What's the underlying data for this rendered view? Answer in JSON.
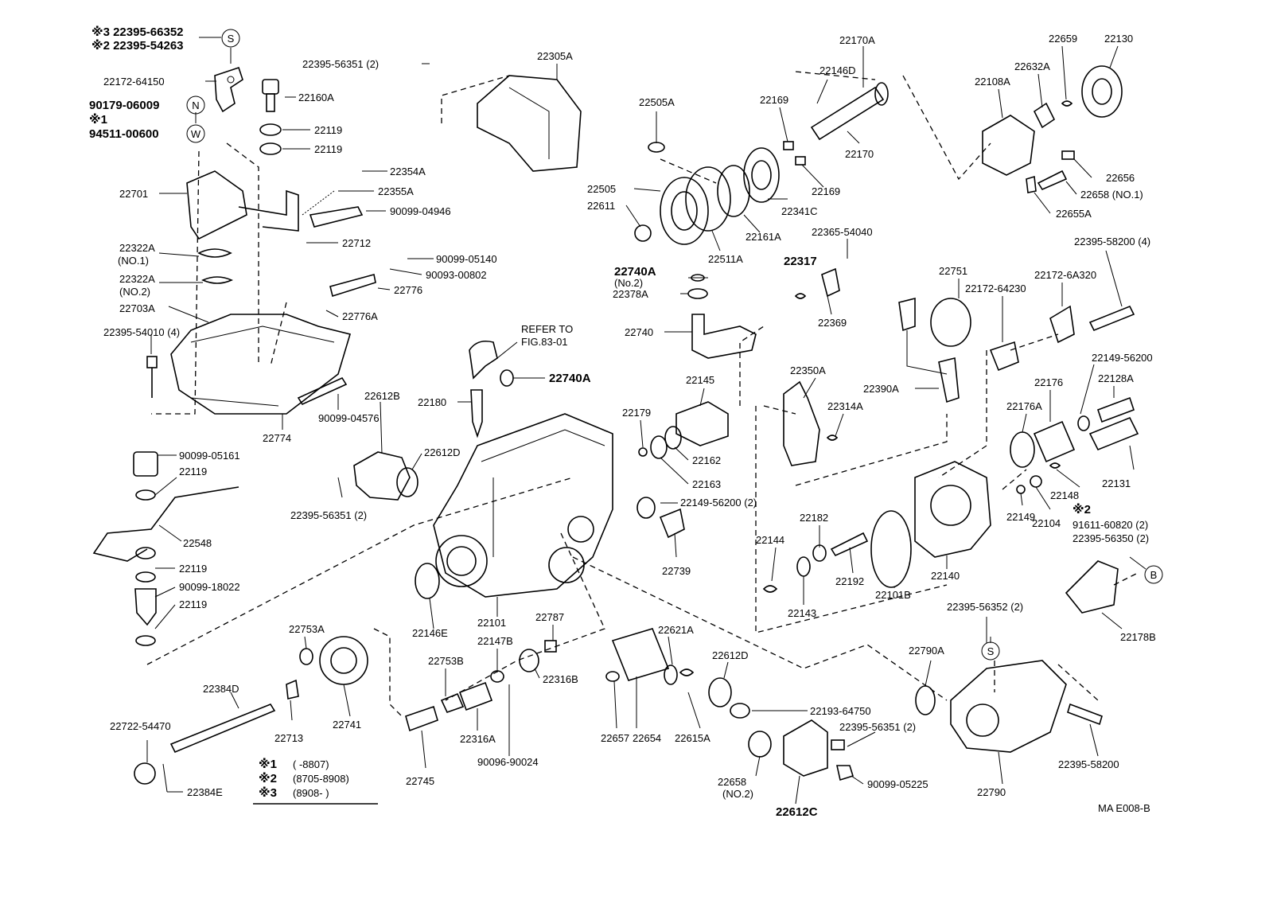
{
  "diagram_code": "MA E008-B",
  "refer_note": [
    "REFER TO",
    "FIG.83-01"
  ],
  "legend": [
    {
      "mark": "※1",
      "range": "(       -8807)"
    },
    {
      "mark": "※2",
      "range": "(8705-8908)"
    },
    {
      "mark": "※3",
      "range": "(8908-       )"
    }
  ],
  "symbols": {
    "S": "S",
    "N": "N",
    "W": "W",
    "B": "B"
  },
  "labels": [
    {
      "id": "l1",
      "text": "※3 22395-66352"
    },
    {
      "id": "l2",
      "text": "※2 22395-54263"
    },
    {
      "id": "l3",
      "text": "22172-64150"
    },
    {
      "id": "l4",
      "text": "90179-06009"
    },
    {
      "id": "l5",
      "text": "※1"
    },
    {
      "id": "l6",
      "text": "94511-00600"
    },
    {
      "id": "l7",
      "text": "22160A"
    },
    {
      "id": "l8",
      "text": "22119"
    },
    {
      "id": "l9",
      "text": "22119"
    },
    {
      "id": "l10",
      "text": "22354A"
    },
    {
      "id": "l11",
      "text": "22355A"
    },
    {
      "id": "l12",
      "text": "22701"
    },
    {
      "id": "l13",
      "text": "90099-04946"
    },
    {
      "id": "l14",
      "text": "22712"
    },
    {
      "id": "l15",
      "text": "22322A"
    },
    {
      "id": "l16",
      "text": "(NO.1)"
    },
    {
      "id": "l17",
      "text": "22322A"
    },
    {
      "id": "l18",
      "text": "(NO.2)"
    },
    {
      "id": "l19",
      "text": "90099-05140"
    },
    {
      "id": "l20",
      "text": "90093-00802"
    },
    {
      "id": "l21",
      "text": "22776"
    },
    {
      "id": "l22",
      "text": "22703A"
    },
    {
      "id": "l23",
      "text": "22776A"
    },
    {
      "id": "l24",
      "text": "22395-54010 (4)"
    },
    {
      "id": "l25",
      "text": "22774"
    },
    {
      "id": "l26",
      "text": "90099-04576"
    },
    {
      "id": "l27",
      "text": "90099-05161"
    },
    {
      "id": "l28",
      "text": "22119"
    },
    {
      "id": "l29",
      "text": "22548"
    },
    {
      "id": "l30",
      "text": "22119"
    },
    {
      "id": "l31",
      "text": "90099-18022"
    },
    {
      "id": "l32",
      "text": "22119"
    },
    {
      "id": "l33",
      "text": "22395-56351 (2)"
    },
    {
      "id": "l34",
      "text": "22305A"
    },
    {
      "id": "l35",
      "text": "22612B"
    },
    {
      "id": "l36",
      "text": "22180"
    },
    {
      "id": "l37",
      "text": "22612D"
    },
    {
      "id": "l38",
      "text": "22395-56351 (2)"
    },
    {
      "id": "l39",
      "text": "22740A"
    },
    {
      "id": "l40",
      "text": "22101"
    },
    {
      "id": "l41",
      "text": "22146E"
    },
    {
      "id": "l42",
      "text": "22753A"
    },
    {
      "id": "l43",
      "text": "22384D"
    },
    {
      "id": "l44",
      "text": "22713"
    },
    {
      "id": "l45",
      "text": "22741"
    },
    {
      "id": "l46",
      "text": "22722-54470"
    },
    {
      "id": "l47",
      "text": "22384E"
    },
    {
      "id": "l48",
      "text": "22787"
    },
    {
      "id": "l49",
      "text": "22147B"
    },
    {
      "id": "l50",
      "text": "22753B"
    },
    {
      "id": "l51",
      "text": "22316B"
    },
    {
      "id": "l52",
      "text": "22316A"
    },
    {
      "id": "l53",
      "text": "90096-90024"
    },
    {
      "id": "l54",
      "text": "22745"
    },
    {
      "id": "l55",
      "text": "22505A"
    },
    {
      "id": "l56",
      "text": "22505"
    },
    {
      "id": "l57",
      "text": "22611"
    },
    {
      "id": "l58",
      "text": "22511A"
    },
    {
      "id": "l59",
      "text": "22146D"
    },
    {
      "id": "l60",
      "text": "22170A"
    },
    {
      "id": "l61",
      "text": "22169"
    },
    {
      "id": "l62",
      "text": "22170"
    },
    {
      "id": "l63",
      "text": "22169"
    },
    {
      "id": "l64",
      "text": "22341C"
    },
    {
      "id": "l65",
      "text": "22161A"
    },
    {
      "id": "l66",
      "text": "22365-54040"
    },
    {
      "id": "l67",
      "text": "22740A"
    },
    {
      "id": "l68",
      "text": "(No.2)"
    },
    {
      "id": "l69",
      "text": "22378A"
    },
    {
      "id": "l70",
      "text": "22317"
    },
    {
      "id": "l71",
      "text": "22369"
    },
    {
      "id": "l72",
      "text": "22740"
    },
    {
      "id": "l73",
      "text": "22145"
    },
    {
      "id": "l74",
      "text": "22179"
    },
    {
      "id": "l75",
      "text": "22162"
    },
    {
      "id": "l76",
      "text": "22163"
    },
    {
      "id": "l77",
      "text": "22149-56200 (2)"
    },
    {
      "id": "l78",
      "text": "22739"
    },
    {
      "id": "l79",
      "text": "22654"
    },
    {
      "id": "l80",
      "text": "22621A"
    },
    {
      "id": "l81",
      "text": "22657"
    },
    {
      "id": "l82",
      "text": "22615A"
    },
    {
      "id": "l83",
      "text": "22612D"
    },
    {
      "id": "l84",
      "text": "22193-64750"
    },
    {
      "id": "l85",
      "text": "22395-56351 (2)"
    },
    {
      "id": "l86",
      "text": "22658"
    },
    {
      "id": "l87",
      "text": "(NO.2)"
    },
    {
      "id": "l88",
      "text": "22612C"
    },
    {
      "id": "l89",
      "text": "90099-05225"
    },
    {
      "id": "l90",
      "text": "22350A"
    },
    {
      "id": "l91",
      "text": "22314A"
    },
    {
      "id": "l92",
      "text": "22144"
    },
    {
      "id": "l93",
      "text": "22182"
    },
    {
      "id": "l94",
      "text": "22192"
    },
    {
      "id": "l95",
      "text": "22143"
    },
    {
      "id": "l96",
      "text": "22101B"
    },
    {
      "id": "l97",
      "text": "22140"
    },
    {
      "id": "l98",
      "text": "22390A"
    },
    {
      "id": "l99",
      "text": "22751"
    },
    {
      "id": "l100",
      "text": "22172-64230"
    },
    {
      "id": "l101",
      "text": "22172-6A320"
    },
    {
      "id": "l102",
      "text": "22395-58200 (4)"
    },
    {
      "id": "l103",
      "text": "22659"
    },
    {
      "id": "l104",
      "text": "22130"
    },
    {
      "id": "l105",
      "text": "22108A"
    },
    {
      "id": "l106",
      "text": "22632A"
    },
    {
      "id": "l107",
      "text": "22656"
    },
    {
      "id": "l108",
      "text": "22658 (NO.1)"
    },
    {
      "id": "l109",
      "text": "22655A"
    },
    {
      "id": "l110",
      "text": "22149-56200"
    },
    {
      "id": "l111",
      "text": "22176"
    },
    {
      "id": "l112",
      "text": "22128A"
    },
    {
      "id": "l113",
      "text": "22176A"
    },
    {
      "id": "l114",
      "text": "22131"
    },
    {
      "id": "l115",
      "text": "22148"
    },
    {
      "id": "l116",
      "text": "22149"
    },
    {
      "id": "l117",
      "text": "22104"
    },
    {
      "id": "l118",
      "text": "※2"
    },
    {
      "id": "l119",
      "text": "91611-60820 (2)"
    },
    {
      "id": "l120",
      "text": "22395-56350 (2)"
    },
    {
      "id": "l121",
      "text": "22178B"
    },
    {
      "id": "l122",
      "text": "22395-56352 (2)"
    },
    {
      "id": "l123",
      "text": "22790A"
    },
    {
      "id": "l124",
      "text": "22790"
    },
    {
      "id": "l125",
      "text": "22395-58200"
    }
  ]
}
